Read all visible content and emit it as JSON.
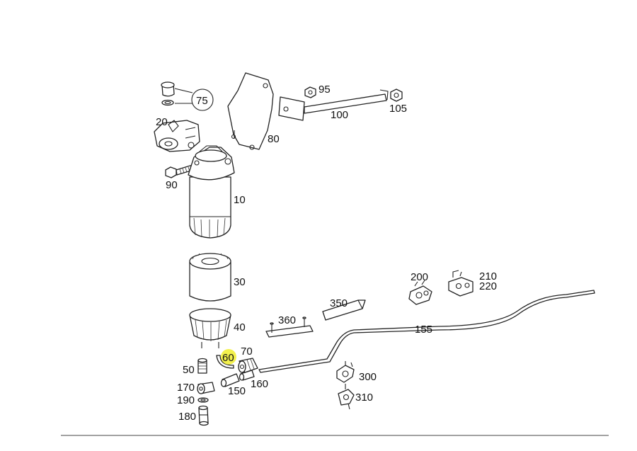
{
  "diagram": {
    "part_labels": {
      "p10": "10",
      "p20": "20",
      "p30": "30",
      "p40": "40",
      "p50": "50",
      "p60": "60",
      "p70": "70",
      "p75": "75",
      "p80": "80",
      "p90": "90",
      "p95": "95",
      "p100": "100",
      "p105": "105",
      "p150": "150",
      "p155": "155",
      "p160": "160",
      "p170": "170",
      "p180": "180",
      "p190": "190",
      "p200": "200",
      "p210": "210",
      "p220": "220",
      "p300": "300",
      "p310": "310",
      "p350": "350",
      "p360": "360"
    },
    "highlighted_part": "60",
    "highlight_color": "#f2ef3a",
    "line_color": "#222222"
  }
}
